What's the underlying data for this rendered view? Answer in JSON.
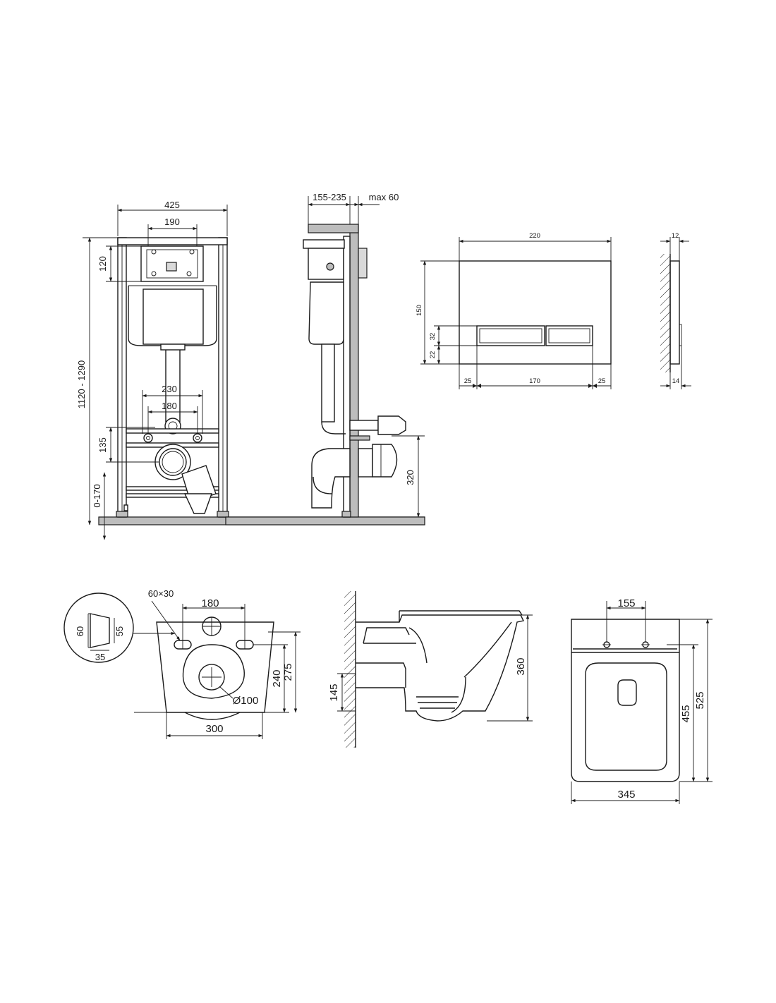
{
  "frame_view": {
    "width": "425",
    "bracket_width": "190",
    "bracket_height": "120",
    "total_height": "1120 - 1290",
    "pipe_spacing_outer": "230",
    "pipe_spacing_inner": "180",
    "outlet_offset": "135",
    "leg_adjust": "0-170"
  },
  "side_view": {
    "depth": "155-235",
    "wall_max": "max 60",
    "outlet_height": "320"
  },
  "flush_plate": {
    "width": "220",
    "height": "150",
    "button_height": "32",
    "button_bottom": "22",
    "margin_left": "25",
    "button_width": "170",
    "margin_right": "25",
    "thickness": "12",
    "depth": "14"
  },
  "bowl_back": {
    "detail_height": "60",
    "detail_inner": "55",
    "detail_depth": "35",
    "slot_size": "60×30",
    "bolt_spacing": "180",
    "height_inner": "240",
    "height_outer": "275",
    "outlet_diameter": "Ø100",
    "bottom_width": "300"
  },
  "bowl_side": {
    "outlet_height": "145",
    "height": "360"
  },
  "bowl_top": {
    "bolt_spacing": "155",
    "inner_length": "455",
    "length": "525",
    "width": "345"
  },
  "colors": {
    "line": "#1a1a1a",
    "wall": "#bdbdbd",
    "panel": "#d9d9d9"
  }
}
